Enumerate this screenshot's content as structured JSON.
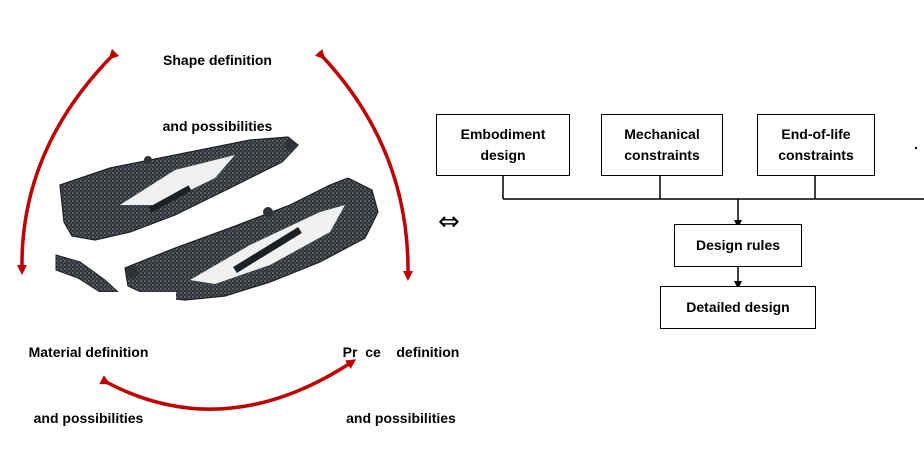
{
  "cycle": {
    "shape_label": [
      "Shape definition",
      "and possibilities"
    ],
    "material_label": [
      "Material definition",
      "and possibilities"
    ],
    "process_label": [
      "Pr  ce    definition",
      "and possibilities"
    ],
    "arrow_color": "#c00000"
  },
  "equivalence_symbol": "⇔",
  "flowchart": {
    "inputs": [
      [
        "Embodiment",
        "design"
      ],
      [
        "Mechanical",
        "constraints"
      ],
      [
        "End-of-life",
        "constraints"
      ]
    ],
    "rules": "Design rules",
    "output": "Detailed design",
    "trailing_mark": "."
  },
  "photo": {
    "subject": "carbon-fiber suspension arms",
    "pattern_color": "#2b2e33"
  }
}
